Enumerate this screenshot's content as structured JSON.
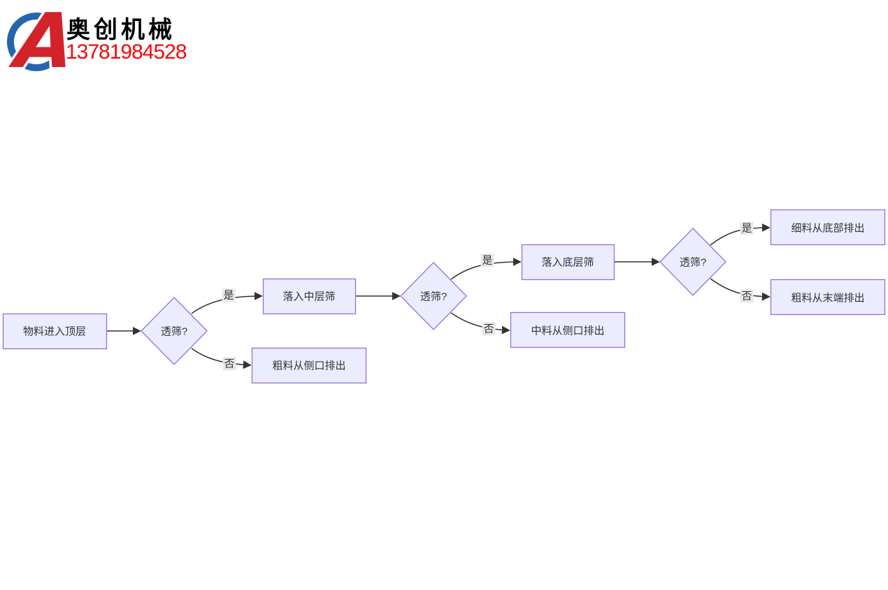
{
  "brand": {
    "company_name": "奥创机械",
    "phone": "13781984528",
    "logo_icon": "red-a-blue-circle-logo",
    "colors": {
      "logo_red": "#d2232a",
      "logo_blue": "#2565ae",
      "phone_red": "#fa0606",
      "name_black": "#000000"
    }
  },
  "flowchart": {
    "type": "flowchart",
    "direction": "left-to-right",
    "colors": {
      "node_fill": "#ECECFF",
      "node_border": "#9370DB",
      "edge_line": "#333333",
      "edge_label_bg": "#e8e8e8",
      "text": "#333333"
    },
    "nodes": [
      {
        "id": "start",
        "shape": "rect",
        "label": "物料进入顶层"
      },
      {
        "id": "sieve1",
        "shape": "diamond",
        "label": "透筛?"
      },
      {
        "id": "mid-sieve",
        "shape": "rect",
        "label": "落入中层筛"
      },
      {
        "id": "coarse-side",
        "shape": "rect",
        "label": "粗料从侧口排出"
      },
      {
        "id": "sieve2",
        "shape": "diamond",
        "label": "透筛?"
      },
      {
        "id": "bottom-sieve",
        "shape": "rect",
        "label": "落入底层筛"
      },
      {
        "id": "mid-side",
        "shape": "rect",
        "label": "中料从侧口排出"
      },
      {
        "id": "sieve3",
        "shape": "diamond",
        "label": "透筛?"
      },
      {
        "id": "fine-bottom",
        "shape": "rect",
        "label": "细料从底部排出"
      },
      {
        "id": "coarse-end",
        "shape": "rect",
        "label": "粗料从末端排出"
      }
    ],
    "edges": [
      {
        "from": "start",
        "to": "sieve1",
        "label": ""
      },
      {
        "from": "sieve1",
        "to": "mid-sieve",
        "label": "是"
      },
      {
        "from": "sieve1",
        "to": "coarse-side",
        "label": "否"
      },
      {
        "from": "mid-sieve",
        "to": "sieve2",
        "label": ""
      },
      {
        "from": "sieve2",
        "to": "bottom-sieve",
        "label": "是"
      },
      {
        "from": "sieve2",
        "to": "mid-side",
        "label": "否"
      },
      {
        "from": "bottom-sieve",
        "to": "sieve3",
        "label": ""
      },
      {
        "from": "sieve3",
        "to": "fine-bottom",
        "label": "是"
      },
      {
        "from": "sieve3",
        "to": "coarse-end",
        "label": "否"
      }
    ]
  }
}
